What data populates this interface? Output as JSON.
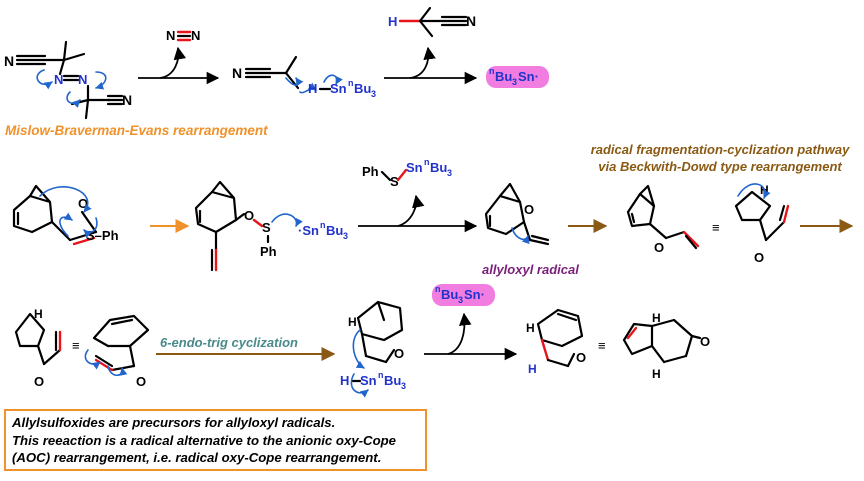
{
  "labels": {
    "mbe": "Mislow-Braverman-Evans rearrangement",
    "frag_line1": "radical fragmentation-cyclization pathway",
    "frag_line2": "via Beckwith-Dowd type rearrangement",
    "allyloxyl": "allyloxyl radical",
    "endo": "6-endo-trig cyclization"
  },
  "atoms": {
    "N": "N",
    "H": "H",
    "O": "O",
    "S": "S",
    "Ph": "Ph",
    "SPh": "S–Ph",
    "equiv": "≡"
  },
  "reagents": {
    "tin_hydride": "H–Sn",
    "tin_sup": "n",
    "tin_bu": "Bu",
    "tin_sub": "3",
    "tin_radical_sup": "n",
    "tin_radical": "Bu",
    "tin_radical_sub": "3",
    "tin_radical_sn": "Sn·"
  },
  "note": {
    "line1": "Allylsulfoxides are precursors for allyloxyl radicals.",
    "line2": "This reeaction is a radical alternative to the anionic oxy-Cope",
    "line3": "(AOC) rearrangement, i.e. radical oxy-Cope rearrangement."
  },
  "colors": {
    "orange": "#f0922b",
    "brown": "#8a5a14",
    "purple": "#7a1f7a",
    "teal": "#4a8a8a",
    "blue": "#2233cc",
    "red": "#e8141b",
    "pink": "#f27de0"
  }
}
